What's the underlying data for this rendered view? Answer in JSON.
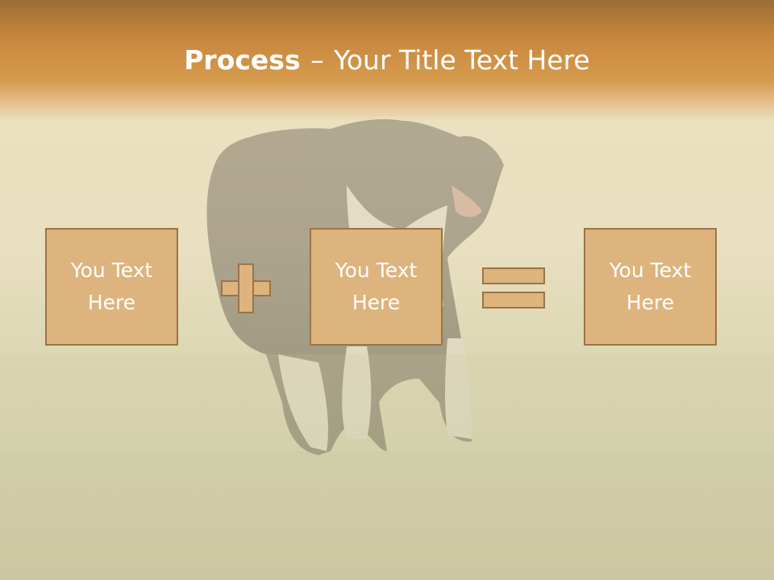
{
  "slide": {
    "title_bold": "Process",
    "title_dash": "–",
    "title_rest": "Your Title Text Here"
  },
  "boxes": [
    {
      "label": "You Text Here"
    },
    {
      "label": "You Text Here"
    },
    {
      "label": "You Text Here"
    }
  ],
  "operators": {
    "plus": "plus-icon",
    "equals": "equals-icon"
  },
  "colors": {
    "header": "#c8893e",
    "box_fill": "#ddb47d",
    "box_border": "#9b7448",
    "text": "#ffffff"
  }
}
